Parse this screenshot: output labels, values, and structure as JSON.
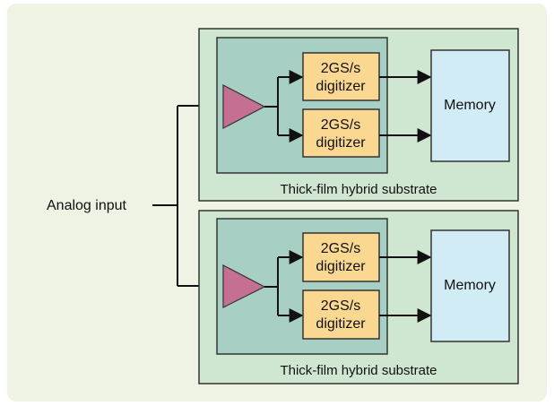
{
  "diagram": {
    "input_label": "Analog input",
    "modules": [
      {
        "substrate_label": "Thick-film hybrid substrate",
        "digitizers": [
          {
            "line1": "2GS/s",
            "line2": "digitizer"
          },
          {
            "line1": "2GS/s",
            "line2": "digitizer"
          }
        ],
        "memory_label": "Memory"
      },
      {
        "substrate_label": "Thick-film hybrid substrate",
        "digitizers": [
          {
            "line1": "2GS/s",
            "line2": "digitizer"
          },
          {
            "line1": "2GS/s",
            "line2": "digitizer"
          }
        ],
        "memory_label": "Memory"
      }
    ],
    "colors": {
      "background": "#eef3e3",
      "substrate": "#cfe6d0",
      "inner_module": "#a7cfc4",
      "digitizer": "#fbd892",
      "memory": "#d2ecf6",
      "amplifier": "#c57092"
    }
  }
}
